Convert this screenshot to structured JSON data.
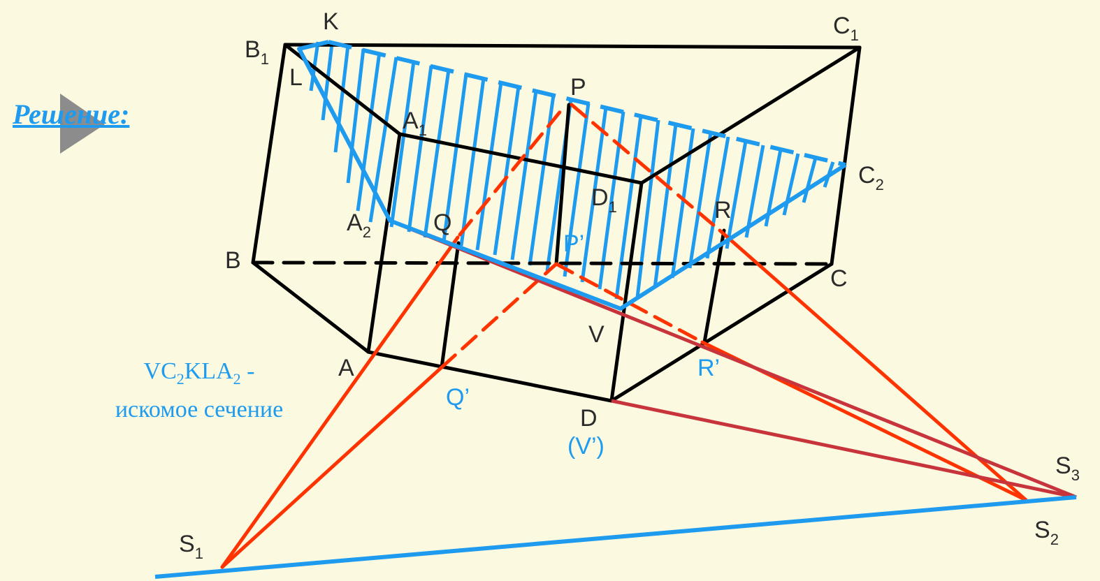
{
  "solution_label": "Решение:",
  "caption": {
    "p1": "VC",
    "s1": "2",
    "p2": "KLA",
    "s2": "2",
    "p3": " -",
    "line2": "искомое сечение"
  },
  "labels": {
    "K": "K",
    "C1": "C",
    "C1_sub": "1",
    "B1": "B",
    "B1_sub": "1",
    "L": "L",
    "P": "P",
    "A1": "A",
    "A1_sub": "1",
    "C2": "C",
    "C2_sub": "2",
    "D1": "D",
    "D1_sub": "1",
    "R": "R",
    "A2": "A",
    "A2_sub": "2",
    "Q": "Q",
    "Pp": "P’",
    "B": "B",
    "C": "C",
    "V": "V",
    "A": "A",
    "Rp": "R’",
    "Qp": "Q’",
    "D": "D",
    "Vp": "(V’)",
    "S1": "S",
    "S1_sub": "1",
    "S2": "S",
    "S2_sub": "2",
    "S3": "S",
    "S3_sub": "3"
  },
  "colors": {
    "background": "#fbf9df",
    "edges": "#000000",
    "section": "#1e9bef",
    "construction": "#ff3300",
    "construction_dark": "#c8343c",
    "label_dark": "#2b2b2b",
    "play_button": "#8c8c8c"
  }
}
